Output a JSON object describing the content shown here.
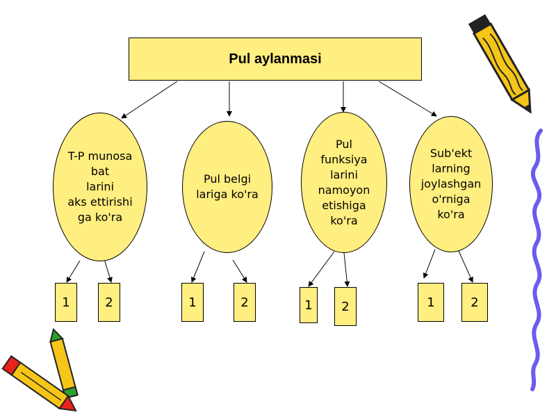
{
  "diagram": {
    "root": {
      "label": "Pul aylanmasi"
    },
    "branches": [
      {
        "label": "T-P munosa\nbat\nlarini\naks ettirishi\nga ko'ra",
        "leaves": [
          "1",
          "2"
        ]
      },
      {
        "label": "Pul belgi\nlariga ko'ra",
        "leaves": [
          "1",
          "2"
        ]
      },
      {
        "label": "Pul\nfunksiya\nlarini\nnamoyon\netishiga\nko'ra",
        "leaves": [
          "1",
          "2"
        ]
      },
      {
        "label": "Sub'ekt\nlarning\njoylashgan\no'rniga\nko'ra",
        "leaves": [
          "1",
          "2"
        ]
      }
    ]
  },
  "colors": {
    "node_fill": "#ffee80",
    "crayon_yellow": "#f5c518",
    "crayon_red": "#e8231c",
    "crayon_green": "#2e9e2e",
    "squiggle_blue": "#6b5cf0"
  },
  "decorations": [
    "crayon-icon",
    "crayon-icon",
    "crayon-icon",
    "squiggle-line"
  ]
}
